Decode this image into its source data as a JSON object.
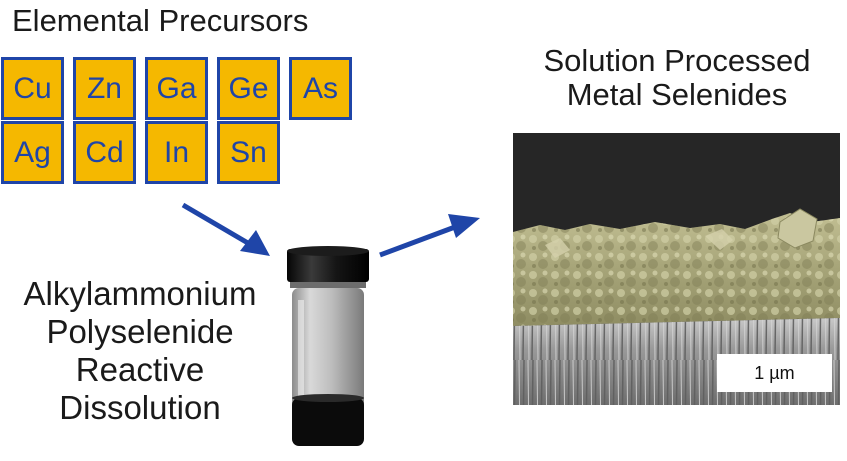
{
  "precursors": {
    "title": "Elemental Precursors",
    "row1": [
      "Cu",
      "Zn",
      "Ga",
      "Ge",
      "As"
    ],
    "row2": [
      "Ag",
      "Cd",
      "In",
      "Sn"
    ]
  },
  "process": {
    "lines": [
      "Alkylammonium",
      "Polyselenide",
      "Reactive",
      "Dissolution"
    ]
  },
  "product": {
    "lines": [
      "Solution Processed",
      "Metal Selenides"
    ],
    "scale_bar_label": "1 µm"
  },
  "colors": {
    "tile_fill": "#f5b800",
    "tile_text": "#1f45a8",
    "arrow": "#1f45a8",
    "film": "#a9a77a",
    "substrate": "#8a8a8a"
  }
}
